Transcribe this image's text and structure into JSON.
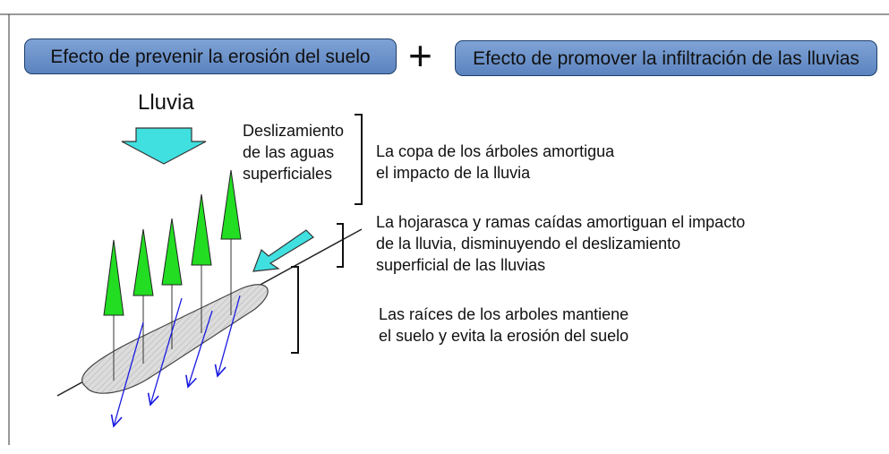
{
  "header": {
    "left_box": "Efecto de prevenir la erosión del suelo",
    "operator": "+",
    "right_box": "Efecto de promover la infiltración de las lluvias"
  },
  "diagram": {
    "rain_label": "Lluvia",
    "runoff_label": [
      "Deslizamiento",
      "de las aguas",
      "superficiales"
    ],
    "canopy_note": [
      "La copa de los árboles amortigua",
      "el impacto de la lluvia"
    ],
    "litter_note": [
      "La hojarasca y ramas caídas amortiguan el impacto",
      "de la lluvia, disminuyendo el deslizamiento",
      "superficial de las lluvias"
    ],
    "roots_note": [
      "Las raíces de los arboles mantiene",
      "el suelo y evita la erosión del suelo"
    ]
  },
  "colors": {
    "box_fill": "#6b8fcb",
    "box_border": "#1f3f6a",
    "rain_arrow": "#40e0e0",
    "tree_fill": "#22dd22",
    "infiltration_arrow": "#1a1ae0",
    "soil_fill": "#d8d8d8"
  }
}
